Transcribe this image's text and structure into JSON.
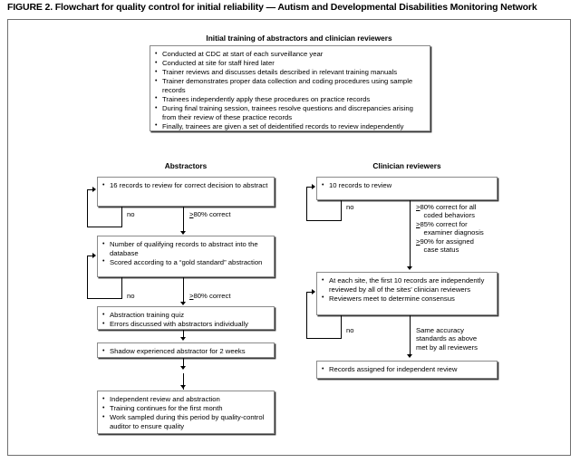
{
  "figure": {
    "caption": "FIGURE 2. Flowchart for quality control for initial reliability — Autism and Developmental Disabilities Monitoring Network"
  },
  "training": {
    "title": "Initial training of abstractors and clinician reviewers",
    "items": [
      "Conducted at CDC at start of each surveillance year",
      "Conducted at site for staff hired later",
      "Trainer reviews and discusses details described in relevant training manuals",
      "Trainer demonstrates proper data collection and coding procedures using sample records",
      "Trainees independently apply these procedures on practice records",
      "During final training session, trainees resolve questions and discrepancies arising from their review of these practice records",
      "Finally, trainees are given a set of deidentified records to review independently"
    ]
  },
  "abstractors": {
    "title": "Abstractors",
    "box1": [
      "16 records to review for correct decision to abstract"
    ],
    "box1_no_label": "no",
    "box1_pass_label": "≥80% correct",
    "box2": [
      "Number of qualifying records to abstract into the database",
      "Scored according to a “gold standard” abstraction"
    ],
    "box2_no_label": "no",
    "box2_pass_label": "≥80% correct",
    "box3": [
      "Abstraction training quiz",
      "Errors discussed with abstractors individually"
    ],
    "box4": [
      "Shadow experienced abstractor for 2 weeks"
    ],
    "box5": [
      "Independent review and abstraction",
      "Training continues for the first month",
      "Work sampled during this period by quality-control auditor to ensure quality"
    ]
  },
  "clinicians": {
    "title": "Clinician reviewers",
    "box1": [
      "10 records to review"
    ],
    "box1_no_label": "no",
    "box1_pass_label": "≥80% correct for all\n    coded behaviors\n≥85% correct for\n    examiner diagnosis\n≥90% for assigned\n    case status",
    "box2": [
      "At each site, the first 10 records are independently reviewed by all of the sites’ clinician reviewers",
      "Reviewers meet to determine consensus"
    ],
    "box2_no_label": "no",
    "box2_pass_label": "Same accuracy\nstandards as above\nmet by all reviewers",
    "box3": [
      "Records assigned for independent review"
    ]
  }
}
